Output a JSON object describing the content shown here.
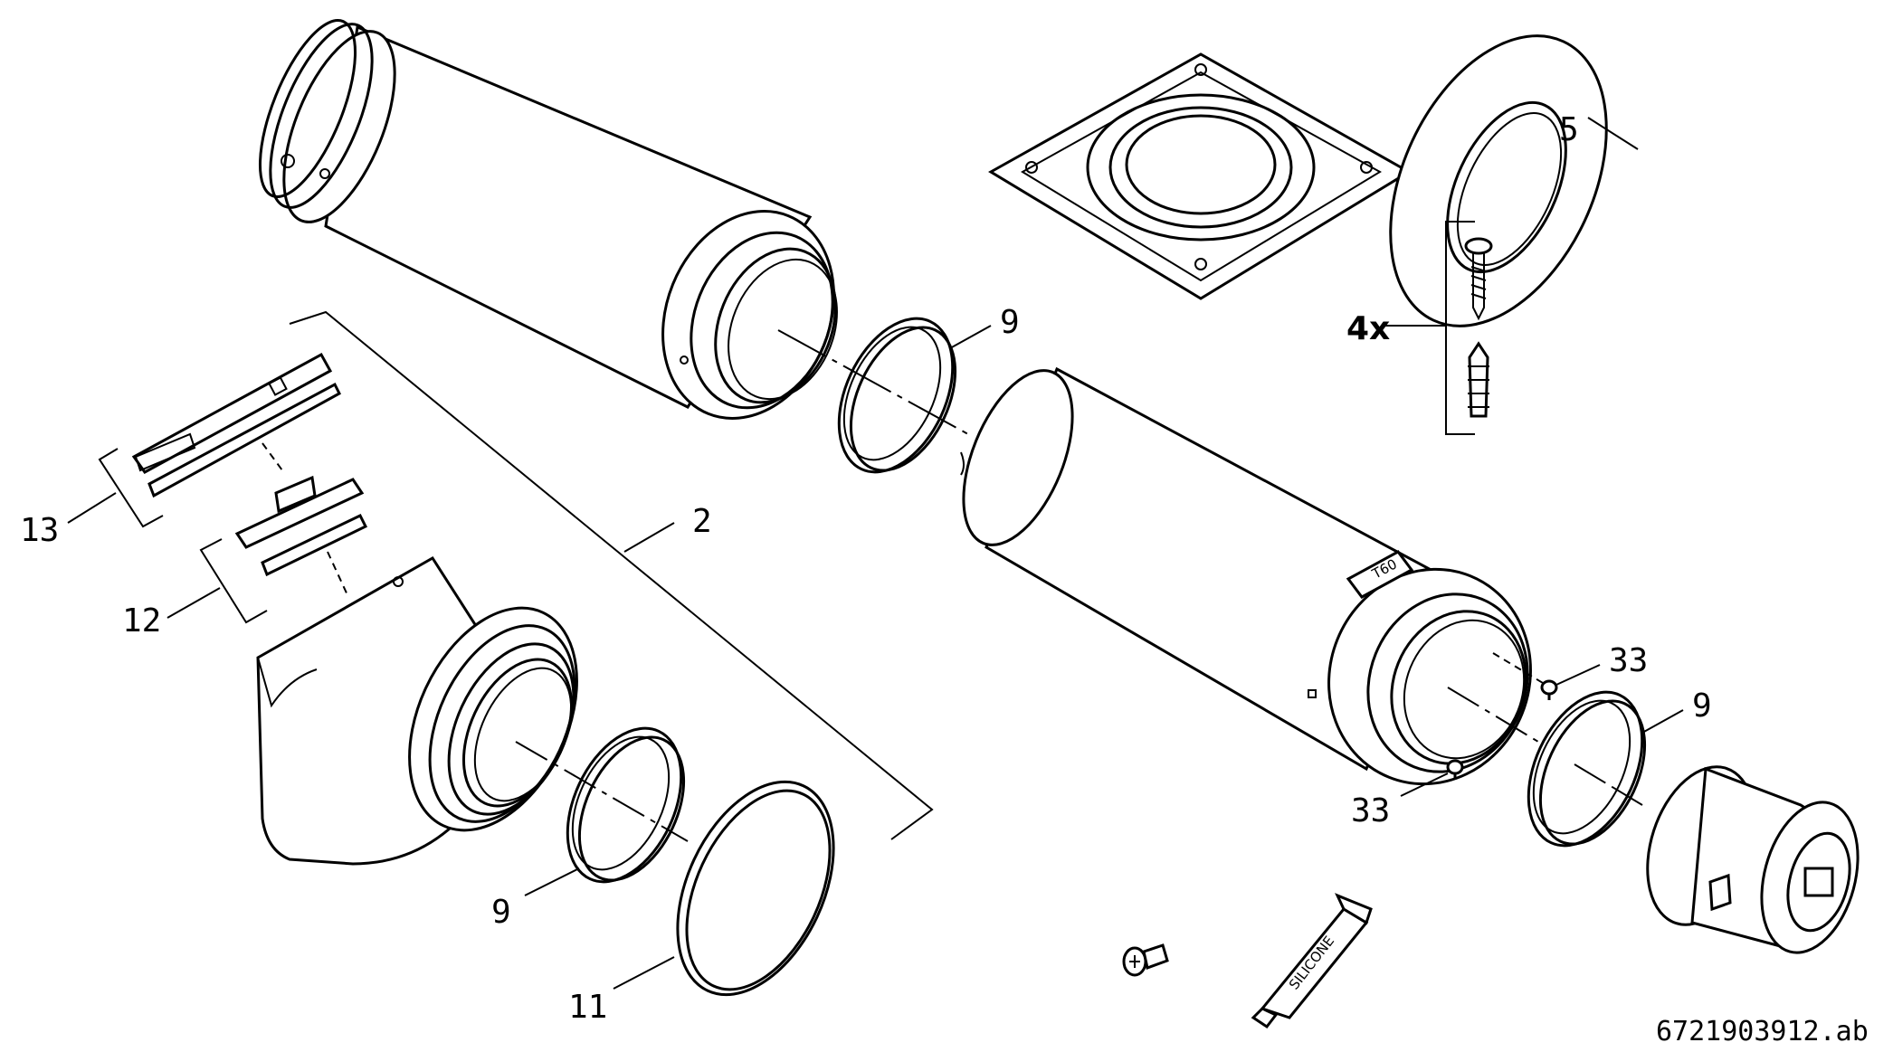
{
  "labels": {
    "p2": "2",
    "p5": "5",
    "p9a": "9",
    "p9b": "9",
    "p9c": "9",
    "p11": "11",
    "p12": "12",
    "p13": "13",
    "p33a": "33",
    "p33b": "33",
    "qty": "4x"
  },
  "tube_text": "SILICONE",
  "reference": "6721903912.ab"
}
